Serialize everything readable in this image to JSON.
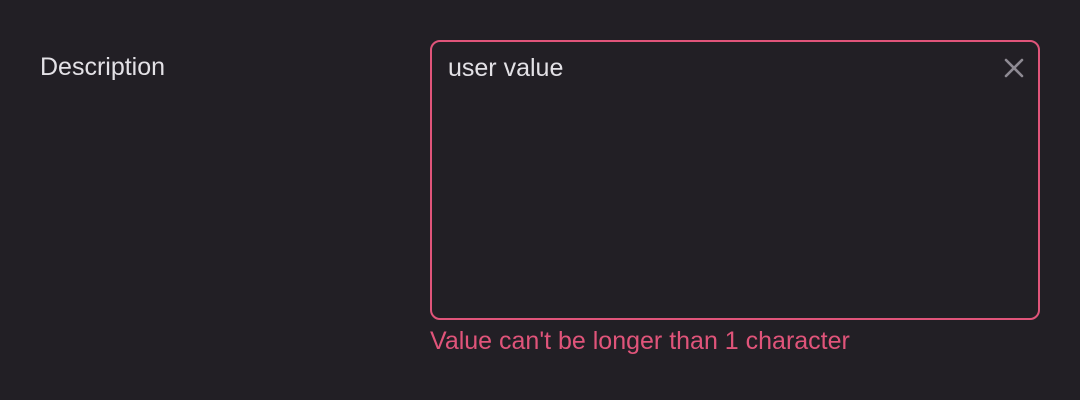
{
  "field": {
    "label": "Description",
    "value": "user value",
    "error": "Value can't be longer than 1 character"
  },
  "colors": {
    "background": "#221f25",
    "text": "#e3e1e6",
    "error": "#e0547a",
    "icon": "#8e8a93"
  },
  "icons": {
    "clear": "close-icon"
  }
}
